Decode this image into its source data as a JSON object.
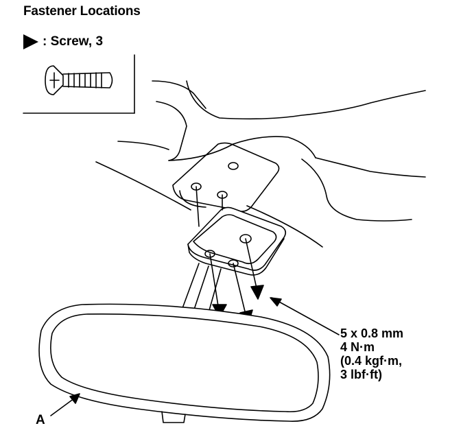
{
  "title": "Fastener Locations",
  "legend": {
    "label": ": Screw, 3"
  },
  "spec": {
    "line1": "5 x 0.8 mm",
    "line2": "4 N·m",
    "line3": "(0.4 kgf·m,",
    "line4": "3 lbf·ft)"
  },
  "callout_a": "A",
  "icons": {
    "legend_marker": "triangle-marker-icon",
    "screw": "screw-icon"
  }
}
